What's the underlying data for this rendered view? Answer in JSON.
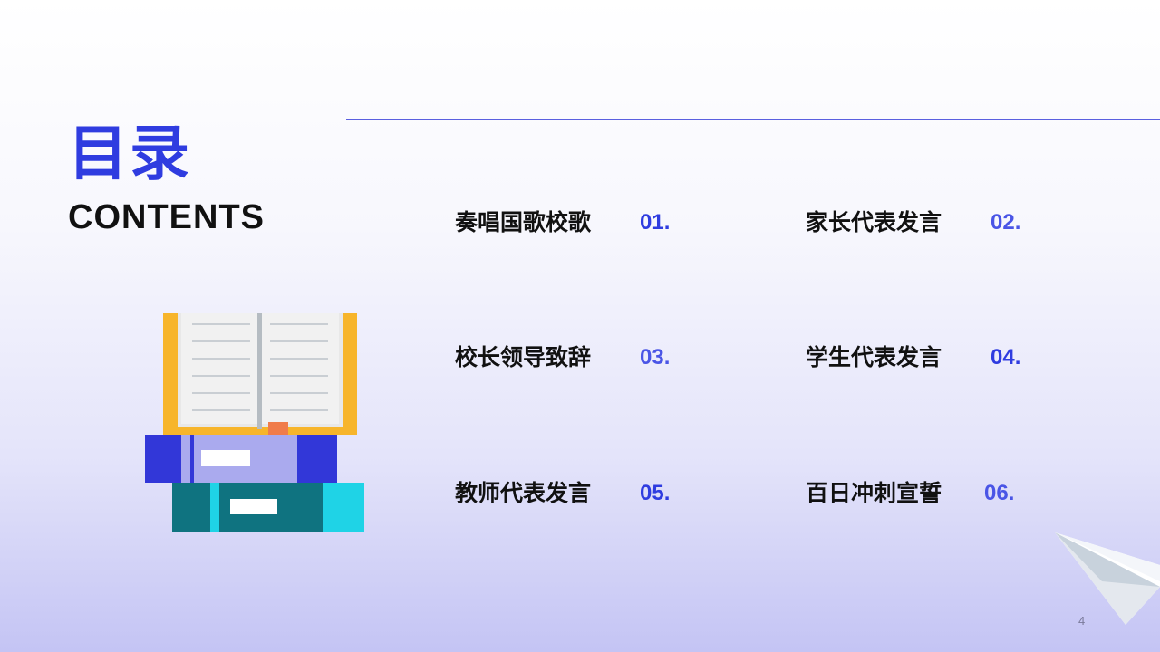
{
  "title_cn": "目录",
  "title_en": "CONTENTS",
  "items": [
    {
      "label": "奏唱国歌校歌",
      "num": "01.",
      "color": "#2f3ce0"
    },
    {
      "label": "家长代表发言",
      "num": "02.",
      "color": "#4a55e6"
    },
    {
      "label": "校长领导致辞",
      "num": "03.",
      "color": "#4a55e6"
    },
    {
      "label": "学生代表发言",
      "num": "04.",
      "color": "#2f3ce0"
    },
    {
      "label": "教师代表发言",
      "num": "05.",
      "color": "#2f3ce0"
    },
    {
      "label": "百日冲刺宣誓",
      "num": "06.",
      "color": "#4a55e6"
    }
  ],
  "page_number": "4",
  "colors": {
    "accent": "#2f3ce0",
    "text": "#111111",
    "line": "#5a5fe0"
  },
  "decor": {
    "illustration": "book-stack-icon",
    "corner": "paper-plane-icon"
  }
}
